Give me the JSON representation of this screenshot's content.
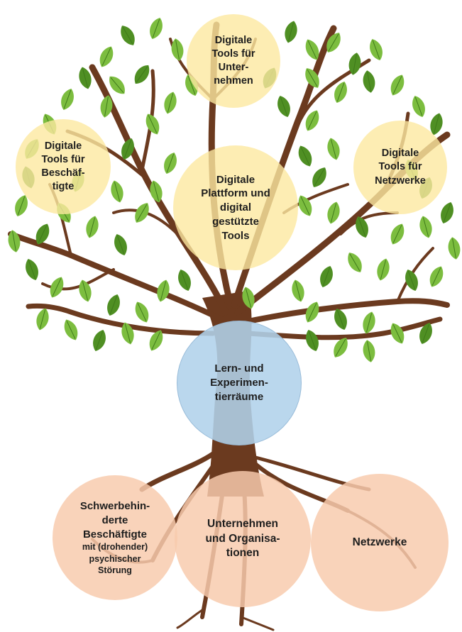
{
  "diagram": {
    "colors": {
      "leaf": "#7cbd3f",
      "leaf_dark": "#4f8f23",
      "trunk": "#6b3a1f",
      "crown_circle": "#fde8a0",
      "core_circle": "#b1d1ea",
      "root_circle": "#f8cbad"
    },
    "crown": [
      {
        "id": "unternehmen",
        "text": "Digitale\nTools für\nUnter-\nnehmen"
      },
      {
        "id": "beschaeftigte",
        "text": "Digitale\nTools für\nBeschäf-\ntigte"
      },
      {
        "id": "netzwerke",
        "text": "Digitale\nTools für\nNetzwerke"
      },
      {
        "id": "plattform",
        "text": "Digitale\nPlattform und\ndigital\ngestützte\nTools"
      }
    ],
    "trunk_core": {
      "text": "Lern- und\nExperimen-\ntierräume"
    },
    "roots": [
      {
        "id": "schwerbehinderte",
        "text": "Schwerbehin-\nderte\nBeschäftigte",
        "subtext": "mit (drohender)\npsychischer\nStörung"
      },
      {
        "id": "unternehmen-org",
        "text": "Unternehmen\nund Organisa-\ntionen"
      },
      {
        "id": "netzwerke-root",
        "text": "Netzwerke"
      }
    ]
  }
}
